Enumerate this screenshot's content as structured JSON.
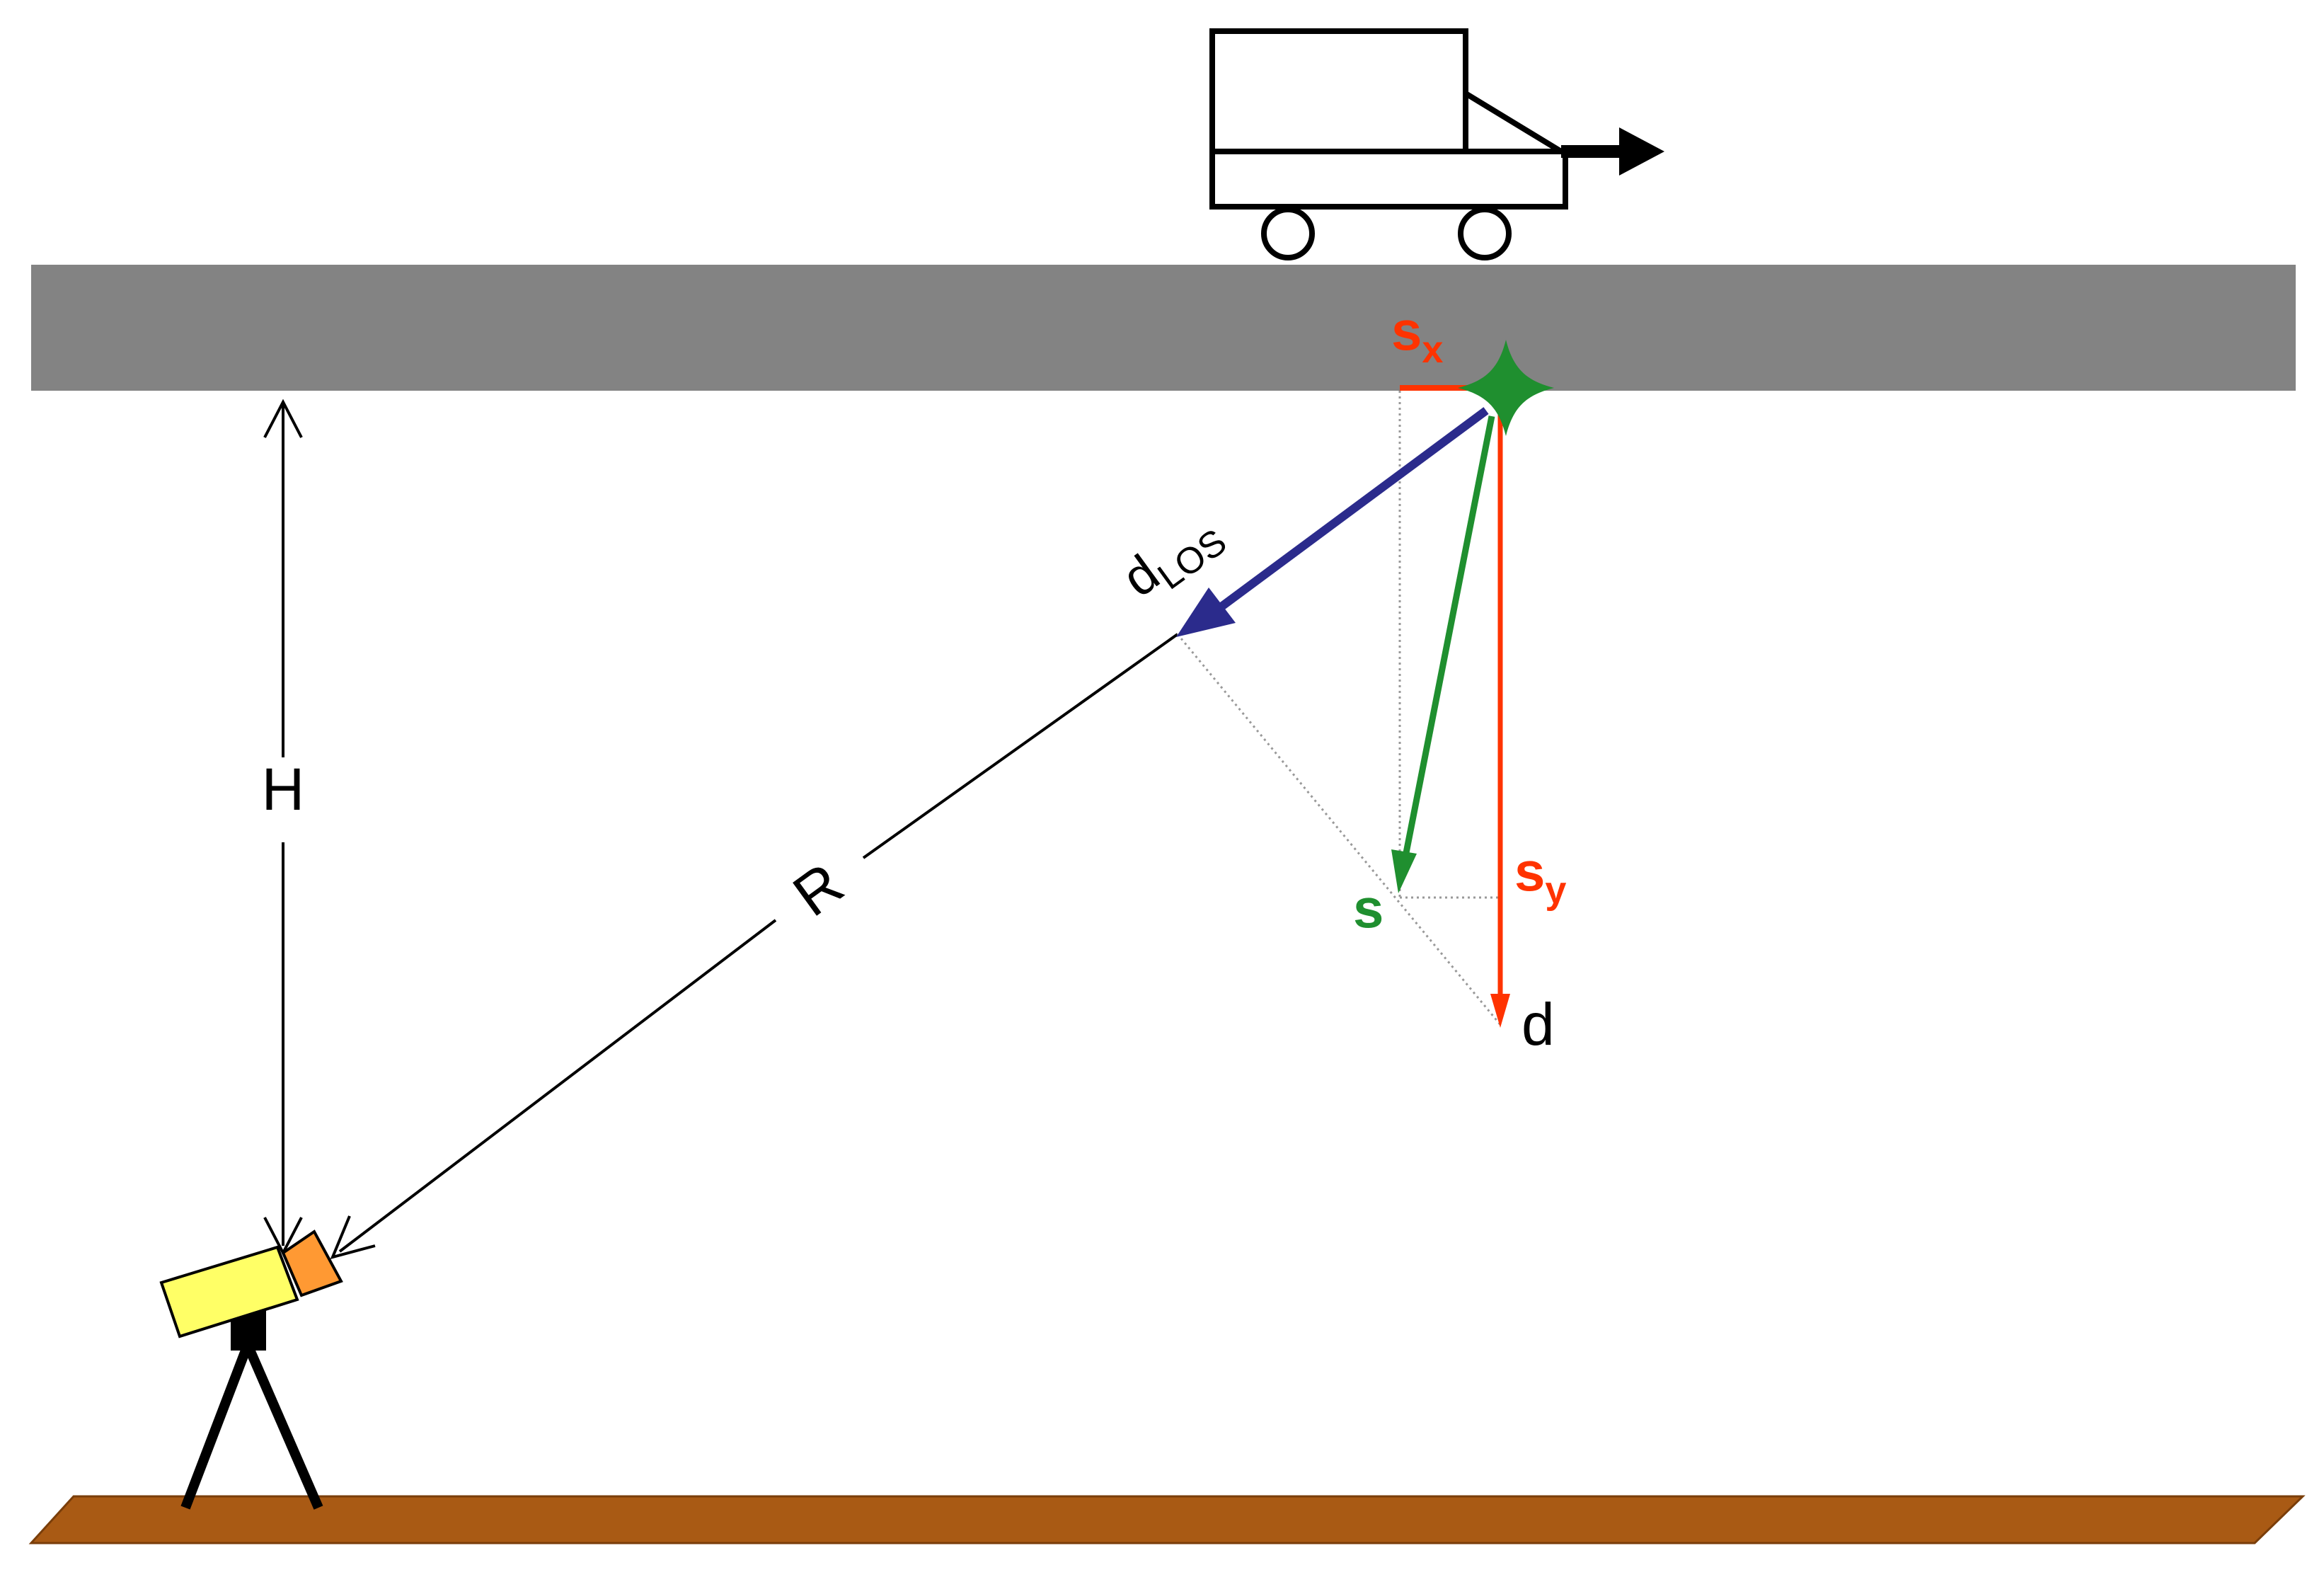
{
  "labels": {
    "height": "H",
    "range": "R",
    "los_symbol": "d",
    "los_subscript": "LOS",
    "sx_symbol": "s",
    "sx_subscript": "x",
    "sy_symbol": "s",
    "sy_subscript": "y",
    "s_total": "s",
    "d_vertical": "d"
  },
  "colors": {
    "bridge": "#838383",
    "ground": "#a95a14",
    "camera_body": "#ffff66",
    "camera_lens": "#ff9933",
    "los_arrow": "#2b2b8c",
    "s_arrow": "#1f8f2f",
    "components": "#ff3300",
    "target_marker": "#1f8f2f"
  },
  "icons": {
    "truck": "truck-icon",
    "camera": "camera-on-tripod-icon",
    "target": "four-point-star-target-icon"
  }
}
